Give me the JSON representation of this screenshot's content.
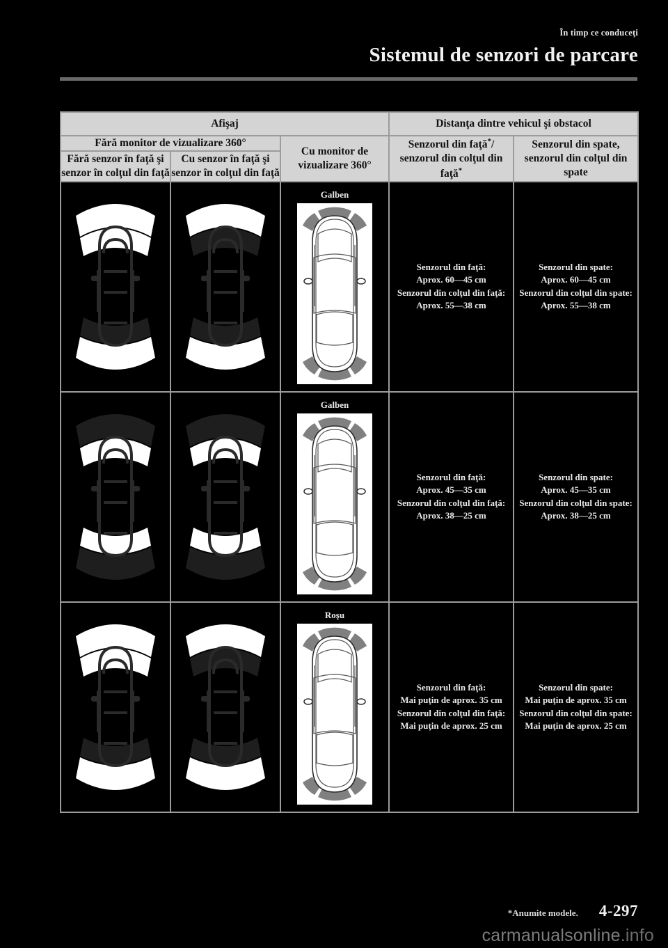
{
  "header": {
    "kicker": "În timp ce conduceţi",
    "title": "Sistemul de senzori de parcare"
  },
  "table": {
    "group_headers": {
      "display": "Afişaj",
      "distance": "Distanţa dintre vehicul şi obstacol"
    },
    "sub_headers": {
      "without_360": "Fără monitor de vizualizare 360°",
      "with_360": "Cu monitor de vizualizare 360°",
      "col1": "Fără senzor în faţă şi senzor în colţul din faţă",
      "col2": "Cu senzor în faţă şi senzor în colţul din faţă",
      "col4": "Senzorul din faţă*/ senzorul din colţul din faţă*",
      "col5": "Senzorul din spate, senzorul din colţul din spate"
    },
    "rows": [
      {
        "monitor_caption": "Galben",
        "monitor_color": "#808080",
        "front_label": "Senzorul din faţă:",
        "front_value": "Aprox. 60—45 cm",
        "front_corner_label": "Senzorul din colţul din faţă:",
        "front_corner_value": "Aprox. 55—38 cm",
        "rear_label": "Senzorul din spate:",
        "rear_value": "Aprox. 60—45 cm",
        "rear_corner_label": "Senzorul din colţul din spate:",
        "rear_corner_value": "Aprox. 55—38 cm"
      },
      {
        "monitor_caption": "Galben",
        "monitor_color": "#808080",
        "front_label": "Senzorul din faţă:",
        "front_value": "Aprox. 45—35 cm",
        "front_corner_label": "Senzorul din colţul din faţă:",
        "front_corner_value": "Aprox. 38—25 cm",
        "rear_label": "Senzorul din spate:",
        "rear_value": "Aprox. 45—35 cm",
        "rear_corner_label": "Senzorul din colţul din spate:",
        "rear_corner_value": "Aprox. 38—25 cm"
      },
      {
        "monitor_caption": "Roşu",
        "monitor_color": "#808080",
        "front_label": "Senzorul din faţă:",
        "front_value": "Mai puţin de aprox. 35 cm",
        "front_corner_label": "Senzorul din colţul din faţă:",
        "front_corner_value": "Mai puţin de aprox. 25 cm",
        "rear_label": "Senzorul din spate:",
        "rear_value": "Mai puţin de aprox. 35 cm",
        "rear_corner_label": "Senzorul din colţul din spate:",
        "rear_corner_value": "Mai puţin de aprox. 25 cm"
      }
    ]
  },
  "footer": {
    "footnote": "*Anumite modele.",
    "page_number": "4-297",
    "watermark_main": "carmanualsonline",
    "watermark_tld": ".info"
  }
}
